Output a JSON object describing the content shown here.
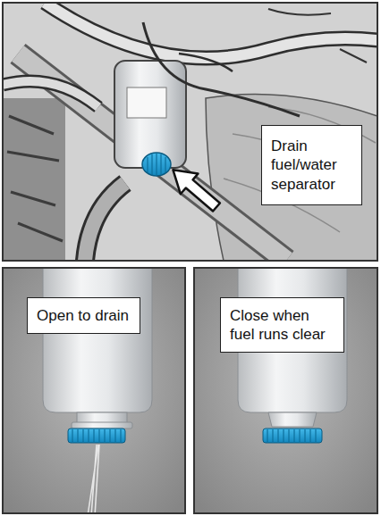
{
  "diagram": {
    "nodes": [
      {
        "text": [
          "Drain fuel/water separator"
        ]
      },
      {
        "text": [
          "Open to drain"
        ]
      },
      {
        "text": [
          "Close when fuel runs clear"
        ]
      }
    ]
  }
}
